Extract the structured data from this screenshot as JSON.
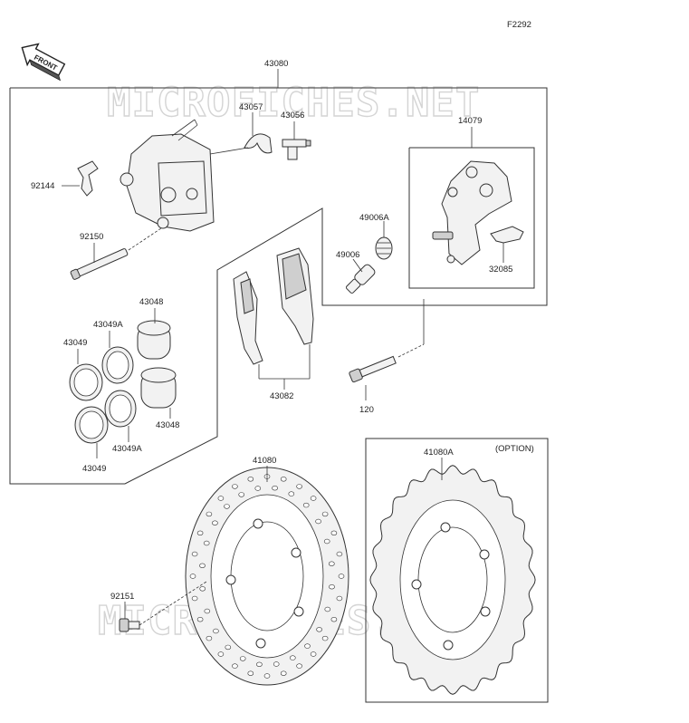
{
  "diagram_code": "F2292",
  "front_label": "FRONT",
  "watermark": "MICROFICHES.NET",
  "option_label": "(OPTION)",
  "parts": {
    "caliper_assy": "43080",
    "bleed_cap": "43057",
    "bleed_valve": "43056",
    "pad_spring": "92144",
    "pin": "92150",
    "piston_a": "43048",
    "piston_b": "43048",
    "seal_dust_a": "43049A",
    "seal_dust_b": "43049A",
    "seal_a": "43049",
    "seal_b": "43049",
    "pad_set": "43082",
    "boot": "49006A",
    "slide_pin": "49006",
    "bracket": "14079",
    "pad_retainer": "32085",
    "bolt": "120",
    "disc": "41080",
    "disc_option": "41080A",
    "disc_screw": "92151"
  }
}
